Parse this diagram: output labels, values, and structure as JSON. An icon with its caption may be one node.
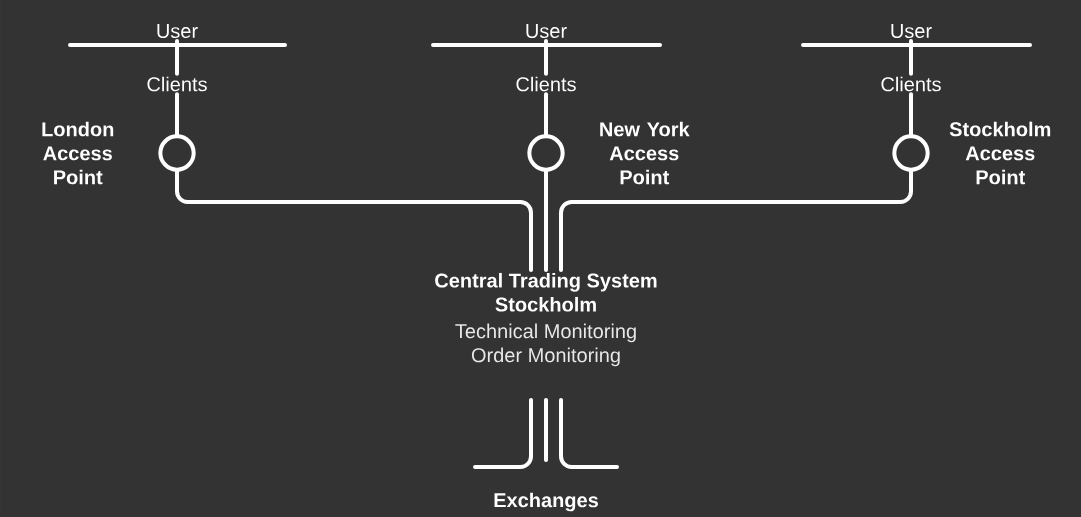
{
  "diagram": {
    "nodes": [
      {
        "text": [
          "User"
        ]
      },
      {
        "text": [
          "Clients"
        ]
      },
      {
        "text": [],
        "shape": "circle",
        "beside": [
          "London Access Point"
        ]
      },
      {
        "text": [
          "User"
        ]
      },
      {
        "text": [
          "Clients"
        ]
      },
      {
        "text": [],
        "shape": "circle",
        "beside": [
          "New York Access Point"
        ]
      },
      {
        "text": [
          "User"
        ]
      },
      {
        "text": [
          "Clients"
        ]
      },
      {
        "text": [],
        "shape": "circle",
        "beside": [
          "Stockholm Access Point"
        ]
      },
      {
        "text": [
          "Central Trading System Stockholm",
          "Technical Monitoring Order Monitoring"
        ]
      },
      {
        "text": [
          "Exchanges"
        ]
      }
    ],
    "edges": [
      {
        "from": 0,
        "to": 1,
        "arrow": "none"
      },
      {
        "from": 1,
        "to": 2,
        "arrow": "none"
      },
      {
        "from": 3,
        "to": 4,
        "arrow": "none"
      },
      {
        "from": 4,
        "to": 5,
        "arrow": "none"
      },
      {
        "from": 6,
        "to": 7,
        "arrow": "none"
      },
      {
        "from": 7,
        "to": 8,
        "arrow": "none"
      },
      {
        "from": 2,
        "to": 9,
        "arrow": "none"
      },
      {
        "from": 5,
        "to": 9,
        "arrow": "none"
      },
      {
        "from": 8,
        "to": 9,
        "arrow": "none"
      },
      {
        "from": 9,
        "to": 10,
        "arrow": "none"
      }
    ]
  }
}
